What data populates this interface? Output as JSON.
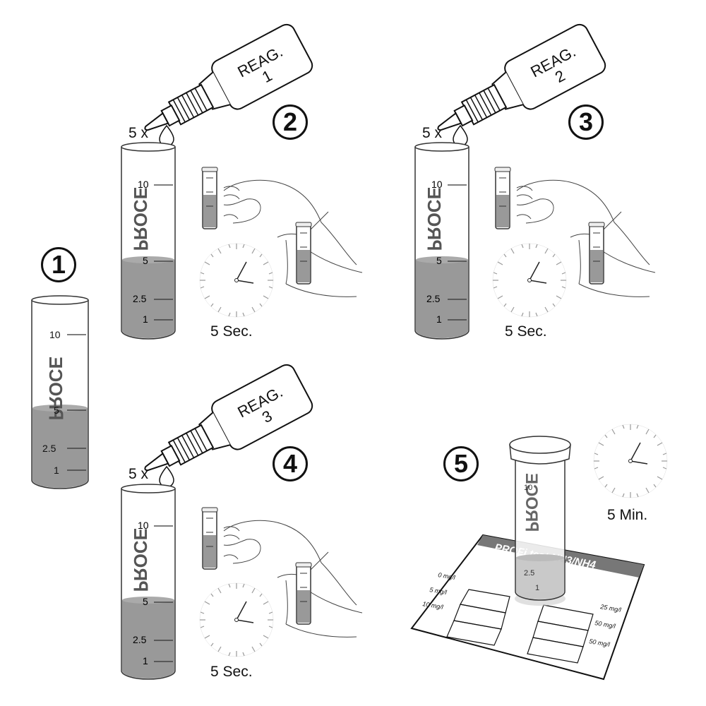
{
  "steps": [
    {
      "number": "1"
    },
    {
      "number": "2",
      "drops": "5 x",
      "reagent": [
        "REAG.",
        "1"
      ],
      "wait": "5 Sec."
    },
    {
      "number": "3",
      "drops": "5 x",
      "reagent": [
        "REAG.",
        "2"
      ],
      "wait": "5 Sec."
    },
    {
      "number": "4",
      "drops": "5 x",
      "reagent": [
        "REAG.",
        "3"
      ],
      "wait": "5 Sec."
    },
    {
      "number": "5",
      "wait": "5 Min."
    }
  ],
  "tube": {
    "brand": "ƎƆOЯꟼ",
    "marks": [
      "10",
      "5",
      "2.5",
      "1"
    ]
  },
  "card": {
    "title": "PROFi test NH3/NH4",
    "left_labels": [
      "0 mg/l",
      "5 mg/l",
      "10 mg/l"
    ],
    "right_labels": [
      "25 mg/l",
      "50 mg/l",
      "50 mg/l"
    ]
  }
}
